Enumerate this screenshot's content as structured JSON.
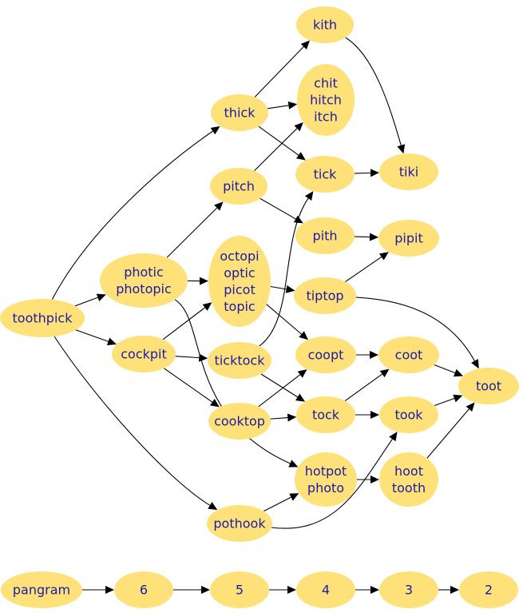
{
  "nodes": [
    {
      "id": "kith",
      "lines": [
        "kith"
      ]
    },
    {
      "id": "thick",
      "lines": [
        "thick"
      ]
    },
    {
      "id": "chit",
      "lines": [
        "chit",
        "hitch",
        "itch"
      ]
    },
    {
      "id": "tiki",
      "lines": [
        "tiki"
      ]
    },
    {
      "id": "pitch",
      "lines": [
        "pitch"
      ]
    },
    {
      "id": "tick",
      "lines": [
        "tick"
      ]
    },
    {
      "id": "photic",
      "lines": [
        "photic",
        "photopic"
      ]
    },
    {
      "id": "octopi",
      "lines": [
        "octopi",
        "optic",
        "picot",
        "topic"
      ]
    },
    {
      "id": "pith",
      "lines": [
        "pith"
      ]
    },
    {
      "id": "pipit",
      "lines": [
        "pipit"
      ]
    },
    {
      "id": "toothpick",
      "lines": [
        "toothpick"
      ]
    },
    {
      "id": "tiptop",
      "lines": [
        "tiptop"
      ]
    },
    {
      "id": "cockpit",
      "lines": [
        "cockpit"
      ]
    },
    {
      "id": "ticktock",
      "lines": [
        "ticktock"
      ]
    },
    {
      "id": "coopt",
      "lines": [
        "coopt"
      ]
    },
    {
      "id": "coot",
      "lines": [
        "coot"
      ]
    },
    {
      "id": "toot",
      "lines": [
        "toot"
      ]
    },
    {
      "id": "cooktop",
      "lines": [
        "cooktop"
      ]
    },
    {
      "id": "tock",
      "lines": [
        "tock"
      ]
    },
    {
      "id": "took",
      "lines": [
        "took"
      ]
    },
    {
      "id": "hotpot",
      "lines": [
        "hotpot",
        "photo"
      ]
    },
    {
      "id": "hoot",
      "lines": [
        "hoot",
        "tooth"
      ]
    },
    {
      "id": "pothook",
      "lines": [
        "pothook"
      ]
    },
    {
      "id": "pangram",
      "lines": [
        "pangram"
      ]
    },
    {
      "id": "n6",
      "lines": [
        "6"
      ]
    },
    {
      "id": "n5",
      "lines": [
        "5"
      ]
    },
    {
      "id": "n4",
      "lines": [
        "4"
      ]
    },
    {
      "id": "n3",
      "lines": [
        "3"
      ]
    },
    {
      "id": "n2",
      "lines": [
        "2"
      ]
    }
  ],
  "edges": [
    [
      "toothpick",
      "thick"
    ],
    [
      "toothpick",
      "photic"
    ],
    [
      "toothpick",
      "cockpit"
    ],
    [
      "toothpick",
      "pothook"
    ],
    [
      "thick",
      "kith"
    ],
    [
      "thick",
      "chit"
    ],
    [
      "thick",
      "tick"
    ],
    [
      "kith",
      "tiki"
    ],
    [
      "tick",
      "tiki"
    ],
    [
      "pitch",
      "chit"
    ],
    [
      "pitch",
      "pith"
    ],
    [
      "photic",
      "pitch"
    ],
    [
      "photic",
      "octopi"
    ],
    [
      "photic",
      "hotpot"
    ],
    [
      "pith",
      "pipit"
    ],
    [
      "tiptop",
      "pipit"
    ],
    [
      "octopi",
      "tiptop"
    ],
    [
      "octopi",
      "coopt"
    ],
    [
      "cockpit",
      "octopi"
    ],
    [
      "cockpit",
      "ticktock"
    ],
    [
      "cockpit",
      "cooktop"
    ],
    [
      "ticktock",
      "tick"
    ],
    [
      "ticktock",
      "tock"
    ],
    [
      "cooktop",
      "coopt"
    ],
    [
      "cooktop",
      "tock"
    ],
    [
      "coopt",
      "coot"
    ],
    [
      "tock",
      "coot"
    ],
    [
      "tock",
      "took"
    ],
    [
      "coot",
      "toot"
    ],
    [
      "took",
      "toot"
    ],
    [
      "hoot",
      "toot"
    ],
    [
      "tiptop",
      "toot"
    ],
    [
      "hotpot",
      "hoot"
    ],
    [
      "pothook",
      "hotpot"
    ],
    [
      "pothook",
      "took"
    ],
    [
      "pangram",
      "n6"
    ],
    [
      "n6",
      "n5"
    ],
    [
      "n5",
      "n4"
    ],
    [
      "n4",
      "n3"
    ],
    [
      "n3",
      "n2"
    ]
  ]
}
